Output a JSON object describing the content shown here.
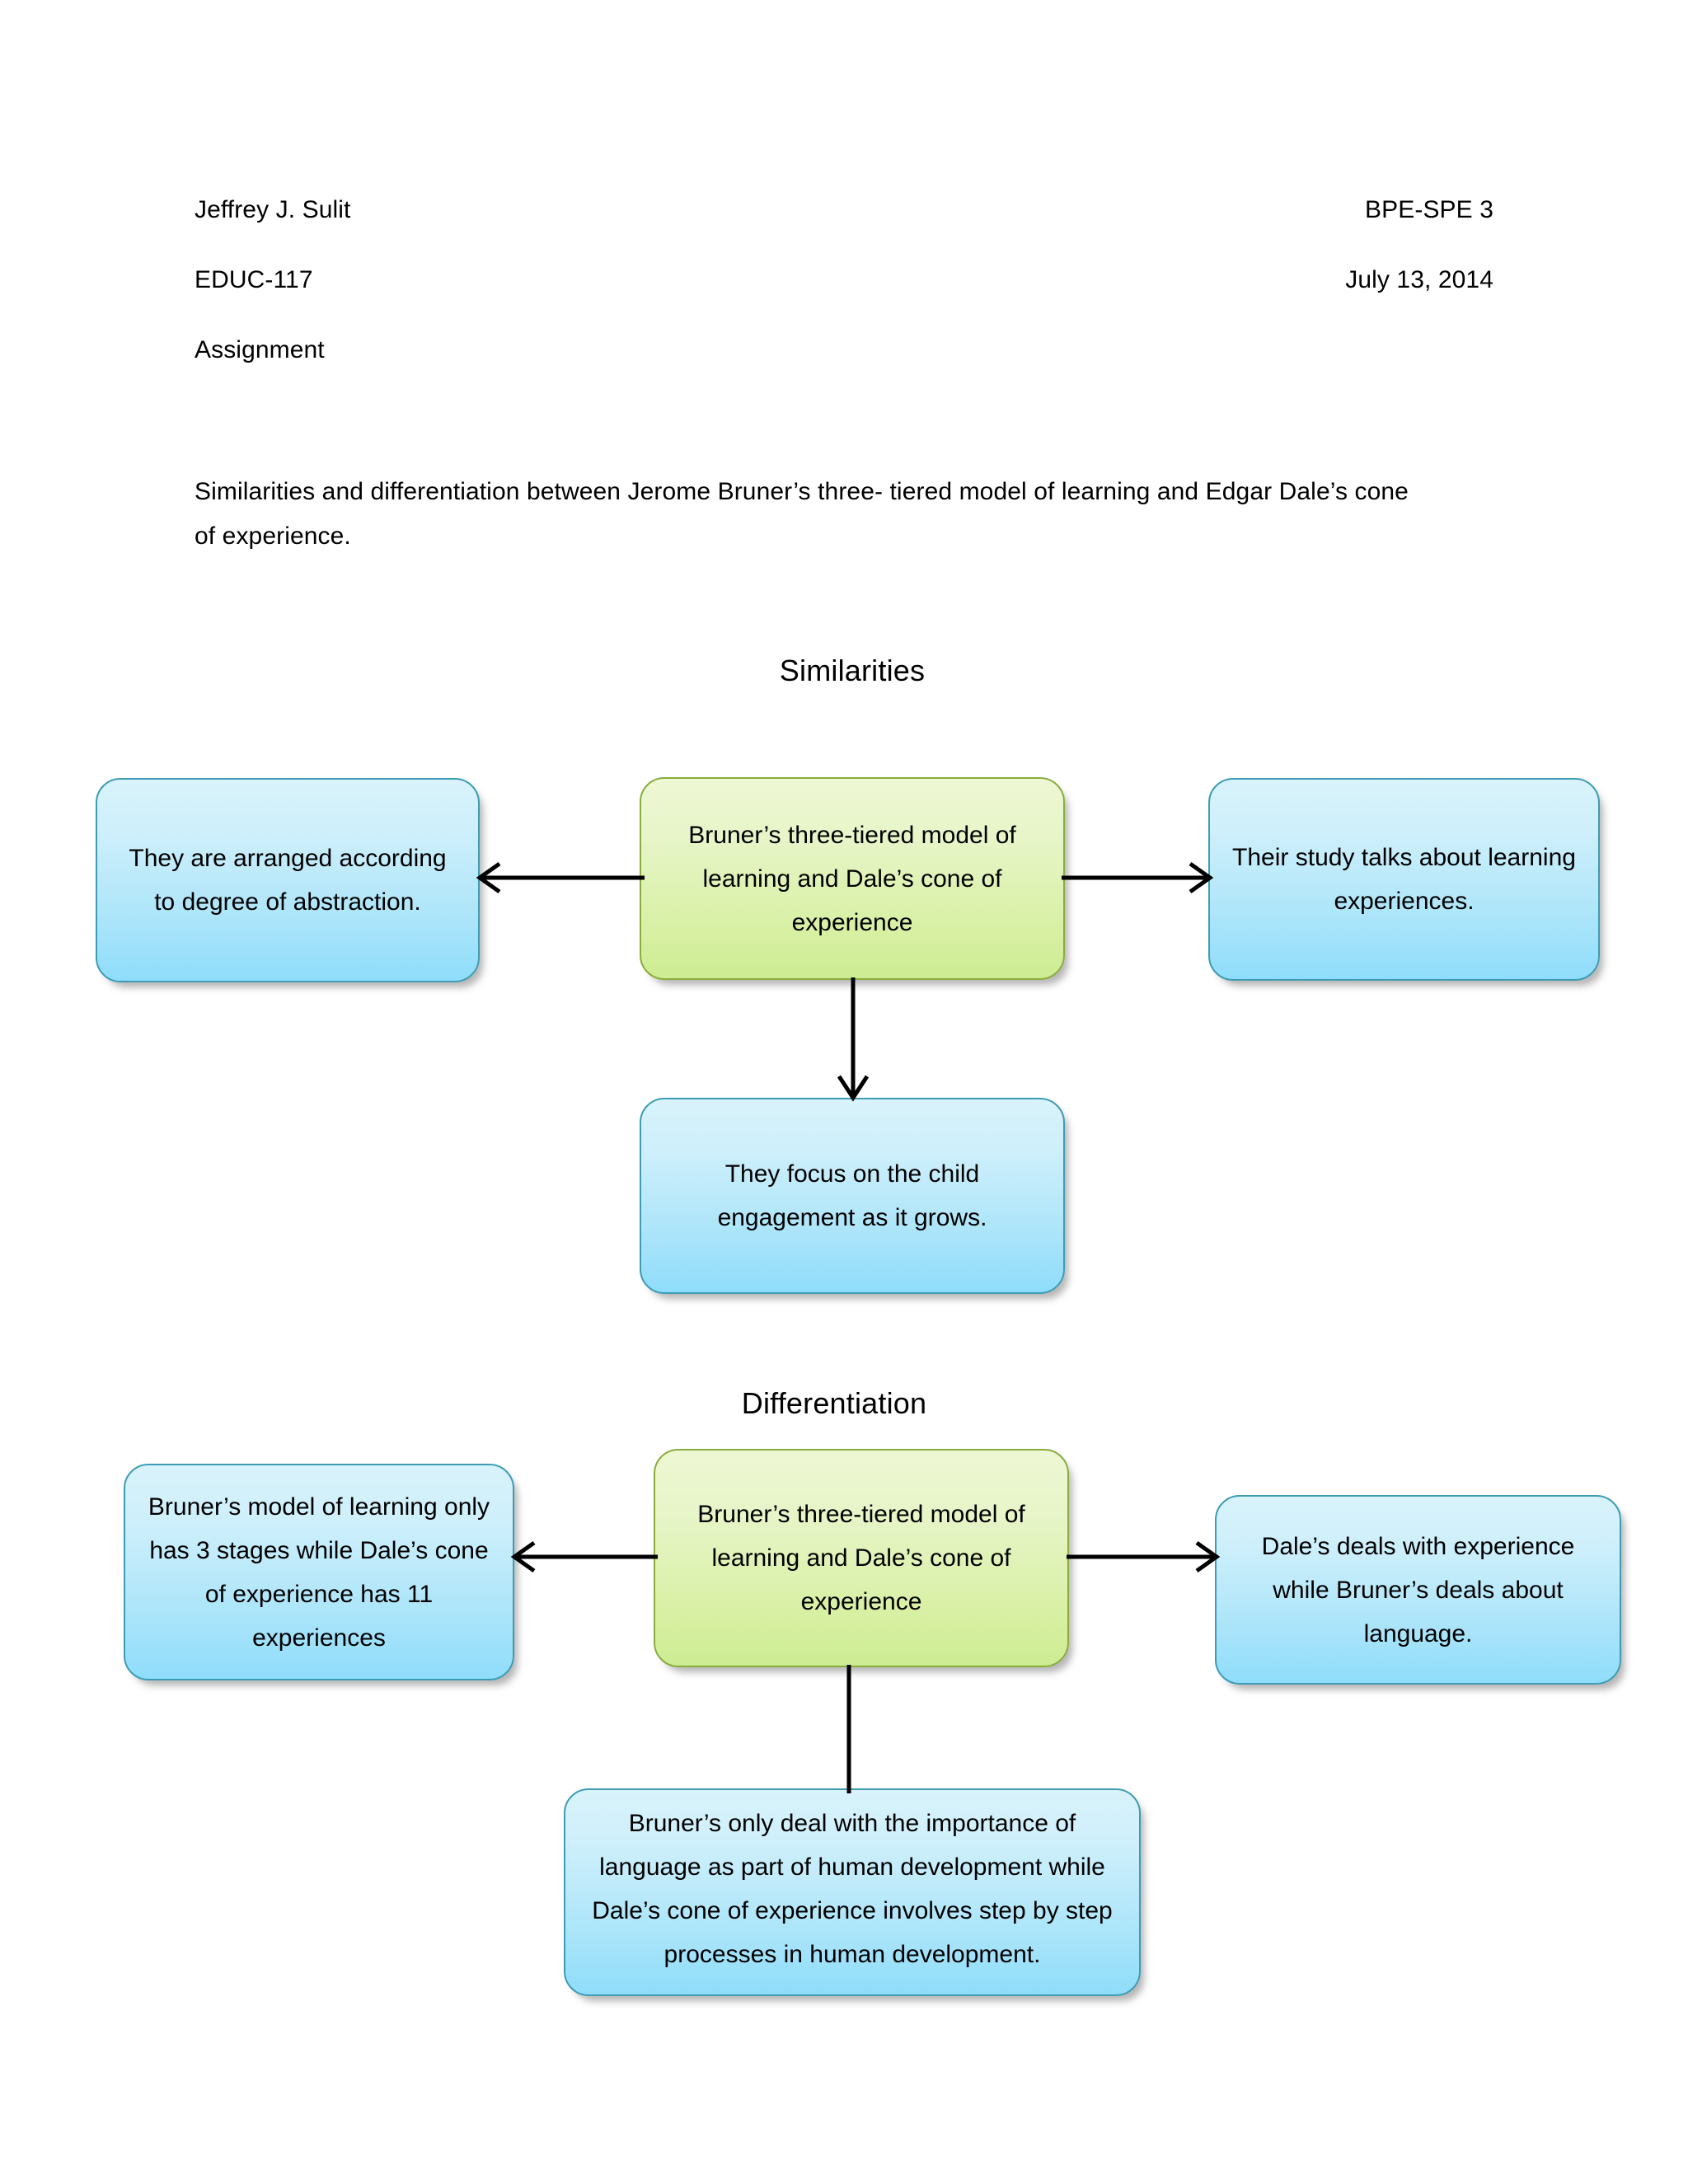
{
  "document": {
    "header": {
      "name": "Jeffrey J. Sulit",
      "program": "BPE-SPE 3",
      "course": "EDUC-117",
      "date": "July 13, 2014",
      "assignment_label": "Assignment"
    },
    "intro_paragraph": "Similarities and differentiation between Jerome Bruner’s three- tiered model of learning and Edgar Dale’s cone of experience."
  },
  "diagrams": [
    {
      "id": "similarities",
      "title": "Similarities",
      "center_node": "Bruner’s three-tiered model of learning and Dale’s cone of experience",
      "left_node": "They are arranged according to degree of abstraction.",
      "right_node": "Their study talks about learning experiences.",
      "bottom_node": "They focus on the child engagement as it grows.",
      "arrows": {
        "left": "arrow-left",
        "right": "arrow-right",
        "down": "arrow-down"
      }
    },
    {
      "id": "differentiation",
      "title": "Differentiation",
      "center_node": "Bruner’s three-tiered model of learning and Dale’s cone of experience",
      "left_node": "Bruner’s model of learning only has 3 stages while Dale’s cone of experience has 11 experiences",
      "right_node": "Dale’s deals with experience while Bruner’s deals about language.",
      "bottom_node": "Bruner’s only deal with the importance of language as part of human development while Dale’s cone of experience involves step by step processes in human development.",
      "arrows": {
        "left": "arrow-left",
        "right": "arrow-right",
        "down": "line-plain"
      }
    }
  ],
  "colors": {
    "blue_fill_top": "#d9f3fb",
    "blue_fill_bottom": "#8fddfb",
    "blue_border": "#3d9cb4",
    "green_fill_top": "#eef7d4",
    "green_fill_bottom": "#cdec92",
    "green_border": "#8aac3c",
    "connector": "#000000",
    "text": "#000000",
    "page_background": "#ffffff"
  }
}
